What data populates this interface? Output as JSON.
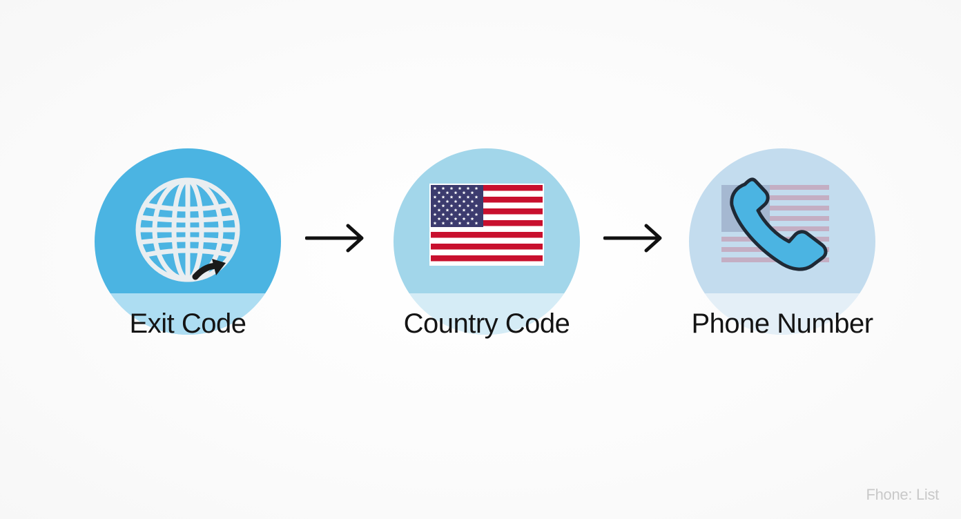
{
  "steps": [
    {
      "label": "Exit Code",
      "icon": "globe-icon",
      "color": "#4bb4e2"
    },
    {
      "label": "Country Code",
      "icon": "us-flag-icon",
      "color": "#a2d6ea"
    },
    {
      "label": "Phone Number",
      "icon": "phone-icon",
      "color": "#c3dcee"
    }
  ],
  "connectors": [
    "arrow-right-icon",
    "arrow-right-icon"
  ],
  "watermark": "Fhone: List"
}
